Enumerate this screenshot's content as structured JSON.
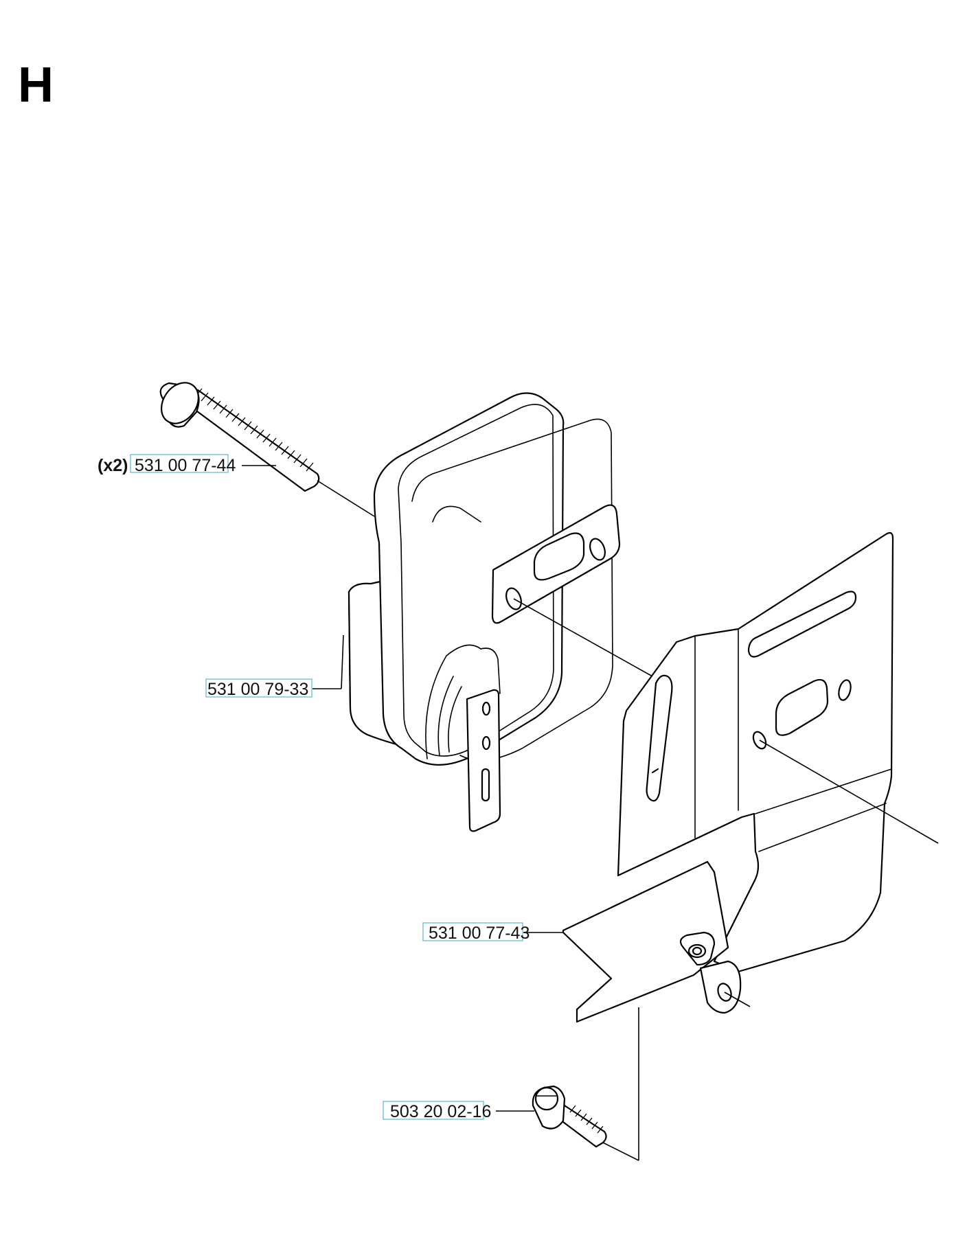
{
  "section": {
    "letter": "H"
  },
  "callouts": {
    "screw_long": {
      "quantity": "(x2)",
      "part_number": "531 00 77-44"
    },
    "muffler": {
      "part_number": "531 00 79-33"
    },
    "heat_shield": {
      "part_number": "531 00 77-43"
    },
    "bolt_small": {
      "part_number": "503 20 02-16"
    }
  },
  "colors": {
    "part_number_box": "#5fb6c8",
    "line_art": "#000000",
    "background": "#ffffff"
  }
}
